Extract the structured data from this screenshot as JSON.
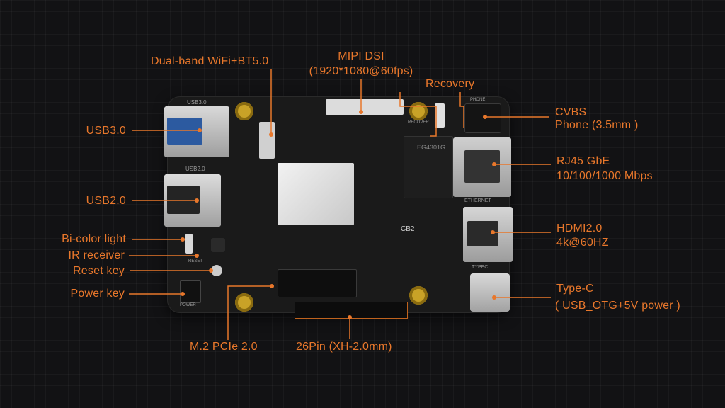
{
  "labels": {
    "wifi": "Dual-band WiFi+BT5.0",
    "mipi_line1": "MIPI DSI",
    "mipi_line2": "(1920*1080@60fps)",
    "recovery": "Recovery",
    "cvbs_line1": "CVBS",
    "cvbs_line2": "Phone (3.5mm )",
    "usb3": "USB3.0",
    "rj45_line1": "RJ45 GbE",
    "rj45_line2": "10/100/1000 Mbps",
    "usb2": "USB2.0",
    "hdmi_line1": "HDMI2.0",
    "hdmi_line2": "4k@60HZ",
    "bicolor": "Bi-color light",
    "ir": "IR receiver",
    "reset": "Reset key",
    "power": "Power key",
    "typec_line1": "Type-C",
    "typec_line2": "( USB_OTG+5V power )",
    "m2": "M.2 PCIe 2.0",
    "pin26": "26Pin (XH-2.0mm)"
  },
  "silkscreen": {
    "usb3": "USB3.0",
    "usb2": "USB2.0",
    "ethernet": "ETHERNET",
    "typec": "TYPEC",
    "recover": "RECOVER",
    "phone": "PHONE",
    "reset": "RESET",
    "power": "POWER",
    "ram": "EG4301G",
    "cb2": "CB2"
  },
  "colors": {
    "label": "#e8772b",
    "board": "#1a1a1a",
    "background": "#121214"
  }
}
